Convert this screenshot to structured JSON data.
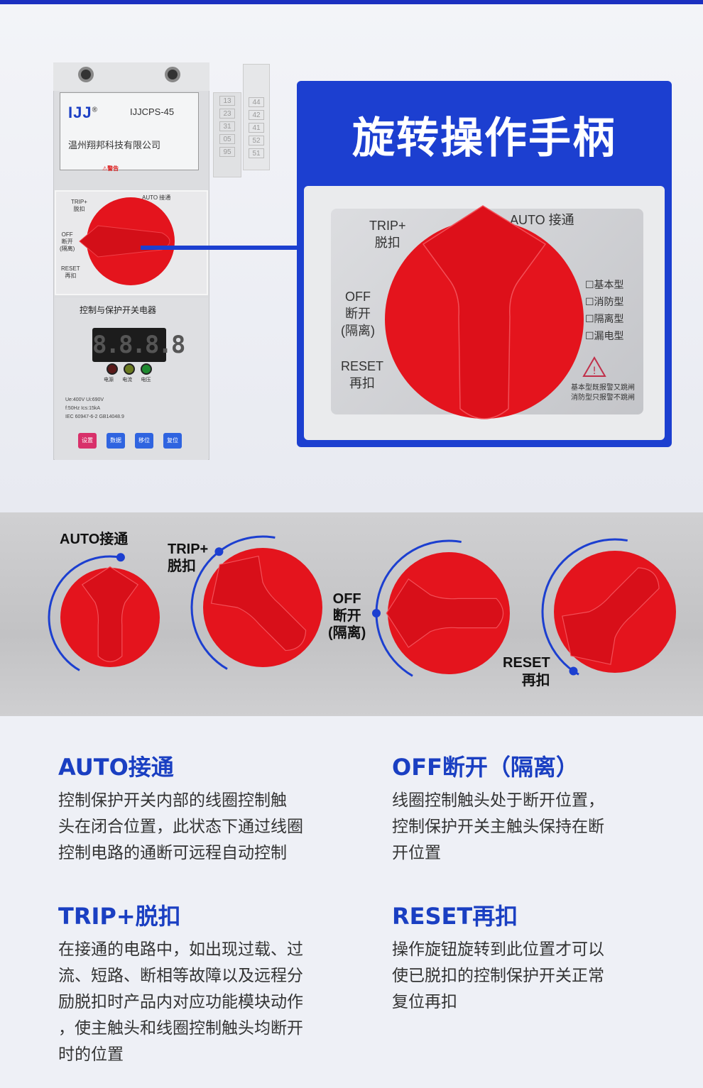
{
  "device": {
    "brand": "IJJ",
    "registered": "®",
    "model": "IJJCPS-45",
    "company": "温州翔邦科技有限公司",
    "warning": "⚠警告",
    "knob_labels": {
      "trip": "TRIP+\n脱扣",
      "auto": "AUTO 接通",
      "off": "OFF\n断开\n(隔离)",
      "reset": "RESET\n再扣"
    },
    "control_title": "控制与保护开关电器",
    "display": "8.8.8.8",
    "led_labels": [
      "电源",
      "电流",
      "电压"
    ],
    "specs": [
      "Ue:400V  Ui:690V",
      "f:50Hz  Ics:15kA",
      "IEC 60947-6-2 GB14048.9"
    ],
    "buttons": [
      {
        "label": "设置",
        "color": "#d8306a"
      },
      {
        "label": "数据",
        "color": "#2f64e0"
      },
      {
        "label": "移位",
        "color": "#2f64e0"
      },
      {
        "label": "复位",
        "color": "#2f64e0"
      }
    ],
    "terminals_a": [
      "13",
      "23",
      "31",
      "05",
      "95"
    ],
    "terminals_b": [
      "44",
      "42",
      "41",
      "52",
      "51"
    ]
  },
  "callout": {
    "title": "旋转操作手柄",
    "labels": {
      "trip": "TRIP+\n脱扣",
      "auto": "AUTO 接通",
      "off": "OFF\n断开\n(隔离)",
      "reset": "RESET\n再扣"
    },
    "types": [
      "☐基本型",
      "☐消防型",
      "☐隔离型",
      "☐漏电型"
    ],
    "note": [
      "基本型既报警又跳闸",
      "消防型只报警不跳闸"
    ]
  },
  "positions": [
    {
      "label": "AUTO接通",
      "rotation_deg": 0
    },
    {
      "label": "TRIP+\n脱扣",
      "rotation_deg": -45
    },
    {
      "label": "OFF\n断开\n(隔离)",
      "rotation_deg": -90
    },
    {
      "label": "RESET\n再扣",
      "rotation_deg": -135
    }
  ],
  "colors": {
    "accent": "#1c3fd0",
    "knob": "#e4141d",
    "heading": "#1a3fc2"
  },
  "sections": [
    {
      "title": "AUTO接通",
      "lines": [
        "控制保护开关内部的线圈控制触",
        "头在闭合位置，此状态下通过线圈",
        "控制电路的通断可远程自动控制"
      ]
    },
    {
      "title": "OFF断开（隔离）",
      "lines": [
        "线圈控制触头处于断开位置，",
        "控制保护开关主触头保持在断",
        "开位置"
      ]
    },
    {
      "title": "TRIP+脱扣",
      "lines": [
        "在接通的电路中，如出现过载、过",
        "流、短路、断相等故障以及远程分",
        "励脱扣时产品内对应功能模块动作",
        "，使主触头和线圈控制触头均断开",
        "时的位置"
      ]
    },
    {
      "title": "RESET再扣",
      "lines": [
        "操作旋钮旋转到此位置才可以",
        "使已脱扣的控制保护开关正常",
        "复位再扣"
      ]
    }
  ]
}
